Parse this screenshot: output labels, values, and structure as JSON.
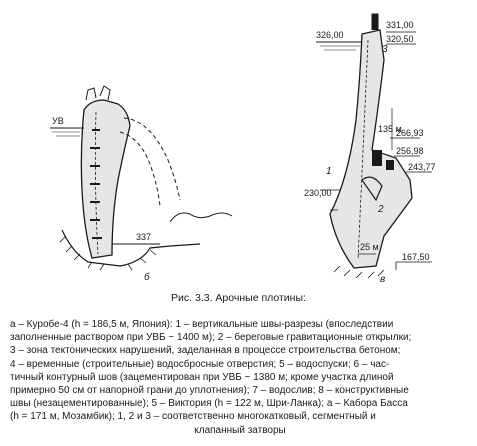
{
  "figure": {
    "left_dam": {
      "level_label": "УВ",
      "tailwater_label": "337",
      "letter": "б"
    },
    "right_dam": {
      "elevations": [
        "326,00",
        "331,00",
        "320,50",
        "266,93",
        "256,98",
        "243,77",
        "230,00",
        "167,50"
      ],
      "dims": [
        "135 м",
        "25 м"
      ],
      "markers": [
        "3",
        "1",
        "2"
      ],
      "letter": "в"
    }
  },
  "caption": {
    "title": "Рис. 3.3. Арочные плотины:",
    "lines": [
      "а – Куробе-4 (h = 186,5 м, Япония): 1 – вертикальные швы-разрезы (впоследствии",
      "заполненные раствором при УВБ ~ 1400 м); 2 – береговые гравитационные открылки;",
      "3 – зона тектонических нарушений, заделанная в процессе строительства бетоном;",
      "4 – временные (строительные) водосбросные отверстия; 5 – водоспуски; 6 – час-",
      "тичный контурный шов (зацементирован при УВБ ~ 1380 м; кроме участка длиной",
      "примерно 50 см от напорной грани до уплотнения); 7 – водослив; 8 – конструктивные",
      "швы (незацементированные); 5 – Виктория (h = 122 м, Шри-Ланка); а – Кабора Басса",
      "(h = 171 м, Мозамбик); 1, 2 и 3 – соответственно многокатковый, сегментный и",
      "клапанный затворы"
    ]
  }
}
